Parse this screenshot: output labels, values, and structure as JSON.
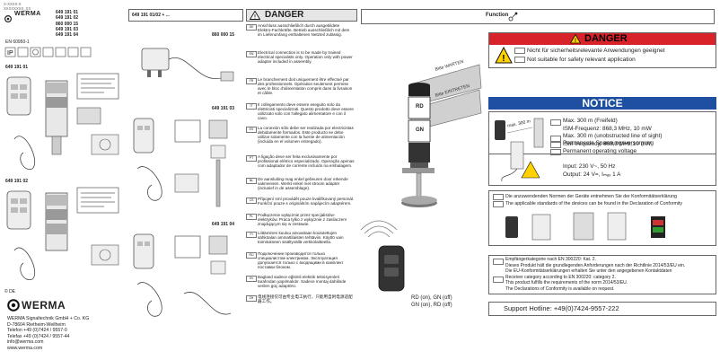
{
  "left": {
    "small_top_lines": [
      "X-XXXX-X",
      "XXXXXXXX_XX"
    ],
    "brand": "WERMA",
    "part_numbers": [
      "649 191 01",
      "649 191 02",
      "860 000 15",
      "649 191 03",
      "649 191 04"
    ],
    "standard": "EN 60950-1",
    "section_labels": [
      "649 191 01",
      "649 191 02"
    ],
    "country": "© DE",
    "company_logo": "WERMA",
    "address": [
      "WERMA Signaltechnik GmbH + Co. KG",
      "D-78604 Rietheim-Weilheim",
      "Telefon +49 (0)7424 / 9557-0",
      "Telefax +49 (0)7424 / 9557-44",
      "info@werma.com",
      "www.werma.com"
    ]
  },
  "middle": {
    "header": "649 191 01/02 + ...",
    "section_labels": [
      "860 000 15",
      "649 191 03",
      "649 191 04"
    ]
  },
  "warnings": {
    "title": "DANGER",
    "rows": [
      {
        "lang": "DE",
        "text": "Anschluss ausschließlich durch ausgebildete Elektro-Fachkräfte. Betrieb ausschließlich mit dem im Lieferumfang enthaltenen Netzteil zulässig."
      },
      {
        "lang": "EN",
        "text": "Electrical connection is to be made by trained electrical specialists only. Operation only with power adapter included in assembly."
      },
      {
        "lang": "FR",
        "text": "Le branchement doit uniquement être effectué par des professionnels. Opération seulement permise avec le bloc d'alimentation compris dans la livraison et câble."
      },
      {
        "lang": "IT",
        "text": "Il collegamento deve essere eseguito solo da elettricisti specializzati. Questo prodotto deve essere utilizzato solo con l'allegato alimentatore e con il cavo."
      },
      {
        "lang": "ES",
        "text": "La conexión sólo debe ser realizada por electricistas debidamente formados. Este producto se debe utilizar solamente con la fuente de alimentación (incluida en el volumen entregado)."
      },
      {
        "lang": "PT",
        "text": "A ligação deve ser feita exclusivamente por profissional elétrico especializado. Operação apenas com adaptador de corrente incluído na embalagem."
      },
      {
        "lang": "NL",
        "text": "De aansluiting mag enkel gebeuren door erkende vakmensen. Werkt enkel met stroom adapter (inclusief in de assemblage)."
      },
      {
        "lang": "CS",
        "text": "Připojení smí provádět pouze kvalifikovaný personál. Funkční pouze s originálním napájecím adaptérem."
      },
      {
        "lang": "PL",
        "text": "Podłączenie wyłącznie przez specjalistów-elektryków. Praca tylko z wyłącznie z zasilaczem znajdującym się w zestawie."
      },
      {
        "lang": "FI",
        "text": "Liittäminen kuuluu ainoastaan koulutettujen sähköalan ammattilaisten tehtäviin. Käyttö vain toimitukseen sisältyvällä verkkolaitteella."
      },
      {
        "lang": "RU",
        "text": "Подключение производится только специалистом-электриком. Эксплуатация допускается только с входящими в комплект поставки блоком."
      },
      {
        "lang": "SV",
        "text": "Bagland sadece eğitimli elektrik teknisyenleri tarafından yapılmalıdır. Sadece montaj dahilinde verilen güç adaptörü."
      },
      {
        "lang": "ZH",
        "text": "电线连接仅可由专业电工执行，只能用自附电源适配器工作。"
      }
    ]
  },
  "device": {
    "sign_texts": [
      "Bitte WARTEN",
      "Bitte EINTRETEN"
    ],
    "lamp_labels": [
      "RD",
      "GN"
    ],
    "transmitter_lines": [
      "RD (on), GN (off)",
      "GN (on), RD (off)"
    ]
  },
  "right": {
    "function_label": "Function",
    "danger_title": "DANGER",
    "danger_lines": [
      "Nicht für sicherheitsrelevante Anwendungen geeignet",
      "Not suitable for safety relevant application"
    ],
    "notice_title": "NOTICE",
    "range_lines": [
      "Max. 300 m (Freifeld)",
      "ISM-Frequenz: 868,3 MHz, 10 mW",
      "Max. 300 m (unobstructed line of sight)",
      "ISM-frequency: 868,3 MHz,10 mW"
    ],
    "range_figure_text": "max. 300 m",
    "power_lines": [
      "Permanente Spannungsversorgung",
      "Permanent operating voltage"
    ],
    "power_specs": [
      "Input: 230 V~, 50 Hz",
      "Output: 24 V=, Iₘₐₓ 1 A"
    ],
    "standards_lines": [
      "Die anzuwendenden Normen der Geräte entnehmen Sie der Konformitätserklärung",
      "The applicable standards of the devices can be found in the Declaration of Conformity"
    ],
    "category_lines": [
      "Empfängerkategorie nach EN 300220: Kat. 2.",
      "Dieses Produkt hält die grundlegenden Anforderungen nach der Richtlinie 2014/53/EU ein.",
      "Die EU-Konformitätserklärungen erhalten Sie unter den angegebenen Kontaktdaten",
      "Receiver category according to EN 300220: category 2.",
      "This product fulfills the requirements of the norm 2014/53/EU.",
      "The Declarations of Conformity is available on request."
    ],
    "hotline": "Support Hotline: +49(0)7424-9557-222"
  },
  "colors": {
    "danger_red": "#d8232a",
    "notice_blue": "#1e4fa0",
    "warn_yellow": "#ffd200"
  }
}
